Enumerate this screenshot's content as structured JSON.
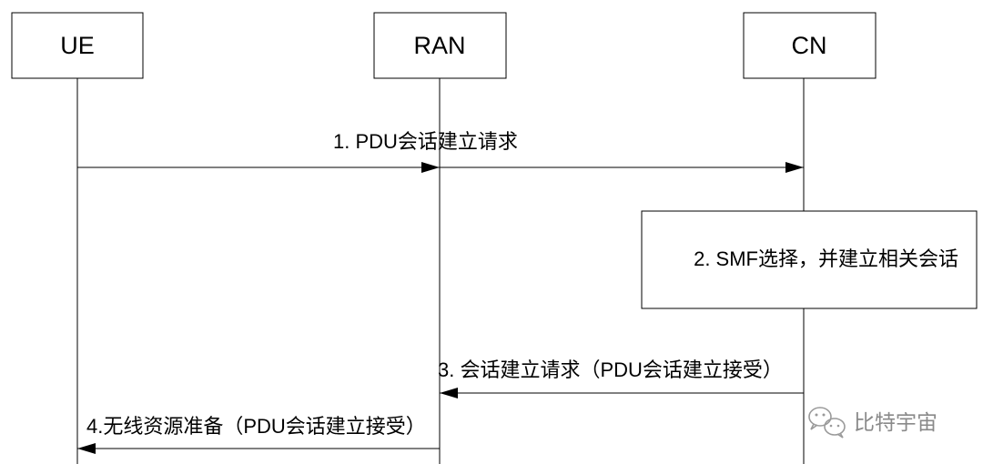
{
  "diagram": {
    "nodes": [
      {
        "id": "ue",
        "label": "UE"
      },
      {
        "id": "ran",
        "label": "RAN"
      },
      {
        "id": "cn",
        "label": "CN"
      }
    ],
    "messages": [
      {
        "step": 1,
        "label": "1. PDU会话建立请求",
        "from": "UE",
        "to": "CN"
      },
      {
        "step": 2,
        "label": "2. SMF选择，并建立相关会话",
        "type": "process",
        "at": "CN"
      },
      {
        "step": 3,
        "label": "3. 会话建立请求（PDU会话建立接受）",
        "from": "CN",
        "to": "RAN"
      },
      {
        "step": 4,
        "label": "4.无线资源准备（PDU会话建立接受）",
        "from": "RAN",
        "to": "UE"
      }
    ],
    "watermark": {
      "text": "比特宇宙",
      "icon": "wechat-icon"
    }
  },
  "colors": {
    "line": "#000000",
    "watermark": "#8a8a8a"
  }
}
